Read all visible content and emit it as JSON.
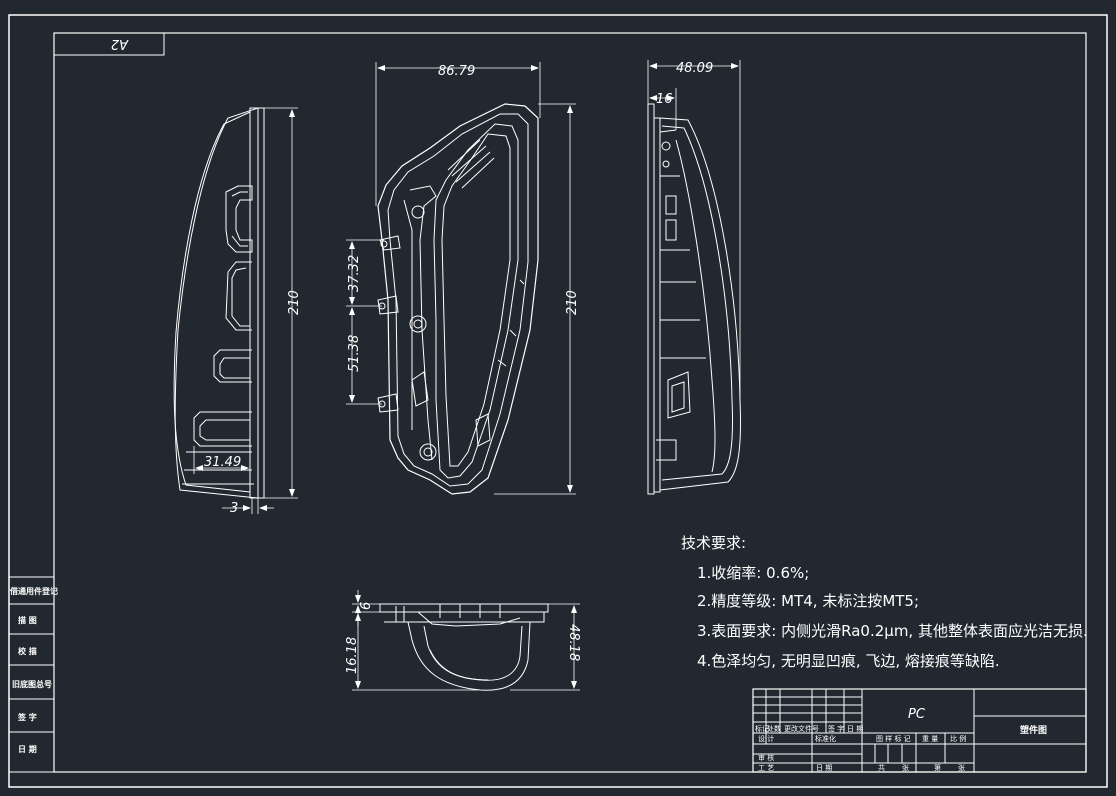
{
  "sheet": {
    "size_label": "A2",
    "background": "#212830",
    "line_color": "#ffffff"
  },
  "dimensions": {
    "front_width": "86.79",
    "side_width": "48.09",
    "side_offset": "16",
    "left_height": "210",
    "front_height": "210",
    "rib_width": "31.49",
    "flange": "3",
    "pitch_upper": "37.32",
    "pitch_lower": "51.38",
    "bottom_depth_left": "16.18",
    "bottom_depth_right": "48.18",
    "bottom_small": "6"
  },
  "technical_requirements": {
    "heading": "技术要求:",
    "items": [
      "1.收缩率: 0.6%;",
      "2.精度等级: MT4, 未标注按MT5;",
      "3.表面要求: 内侧光滑Ra0.2μm, 其他整体表面应光洁无损.",
      "4.色泽均匀, 无明显凹痕, 飞边, 熔接痕等缺陷."
    ]
  },
  "side_bar": {
    "items": [
      "借通用件登记",
      "描 图",
      "校 描",
      "旧底图总号",
      "签 字",
      "日 期"
    ]
  },
  "title_block": {
    "material": "PC",
    "drawing_name": "塑件图",
    "labels": {
      "mark": "标记",
      "count": "处数",
      "change_doc": "更改文件号",
      "sign": "签 字",
      "date": "日 期",
      "design": "设 计",
      "standardize": "标准化",
      "review": "审 核",
      "process": "工 艺",
      "date2": "日 期",
      "stage_mark": "图 样 标 记",
      "weight": "重 量",
      "scale": "比 例",
      "total": "共",
      "sheet": "张",
      "page": "第",
      "sheet2": "张"
    }
  }
}
